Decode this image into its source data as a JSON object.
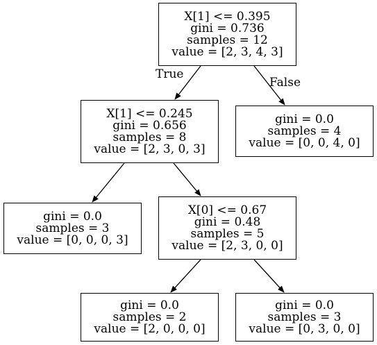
{
  "tree": {
    "nodes": [
      {
        "lines": [
          "X[1] <= 0.395",
          "gini = 0.736",
          "samples = 12",
          "value = [2, 3, 4, 3]"
        ]
      },
      {
        "lines": [
          "X[1] <= 0.245",
          "gini = 0.656",
          "samples = 8",
          "value = [2, 3, 0, 3]"
        ]
      },
      {
        "lines": [
          "gini = 0.0",
          "samples = 4",
          "value = [0, 0, 4, 0]"
        ]
      },
      {
        "lines": [
          "gini = 0.0",
          "samples = 3",
          "value = [0, 0, 0, 3]"
        ]
      },
      {
        "lines": [
          "X[0] <= 0.67",
          "gini = 0.48",
          "samples = 5",
          "value = [2, 3, 0, 0]"
        ]
      },
      {
        "lines": [
          "gini = 0.0",
          "samples = 2",
          "value = [2, 0, 0, 0]"
        ]
      },
      {
        "lines": [
          "gini = 0.0",
          "samples = 3",
          "value = [0, 3, 0, 0]"
        ]
      }
    ],
    "edges": [
      {
        "from": 0,
        "to": 1
      },
      {
        "from": 0,
        "to": 2
      },
      {
        "from": 1,
        "to": 3
      },
      {
        "from": 1,
        "to": 4
      },
      {
        "from": 4,
        "to": 5
      },
      {
        "from": 4,
        "to": 6
      }
    ],
    "edge_labels": {
      "true": "True",
      "false": "False"
    }
  }
}
